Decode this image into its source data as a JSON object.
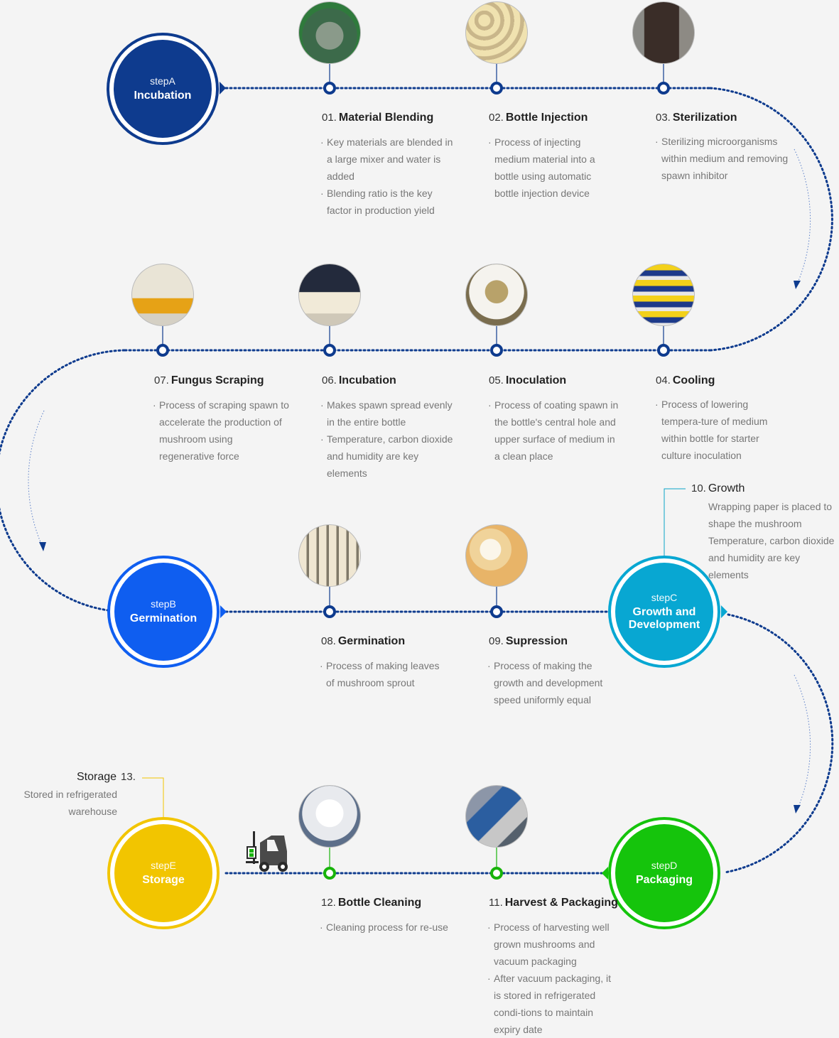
{
  "colors": {
    "stepA": "#0e3b8e",
    "stepB": "#0f5ef0",
    "stepC": "#08a7d2",
    "stepD": "#15c40c",
    "stepE": "#f2c500",
    "path": "#0e3b8e",
    "node_green": "#18b30a",
    "background": "#f4f4f4"
  },
  "stages": {
    "a": {
      "label": "stepA",
      "title": "Incubation"
    },
    "b": {
      "label": "stepB",
      "title": "Germination"
    },
    "c": {
      "label": "stepC",
      "title": "Growth and Development"
    },
    "d": {
      "label": "stepD",
      "title": "Packaging"
    },
    "e": {
      "label": "stepE",
      "title": "Storage"
    }
  },
  "steps": {
    "s01": {
      "num": "01.",
      "name": "Material Blending",
      "desc": [
        "Key materials are blended in a large mixer and water is added",
        "Blending ratio is the key factor in production yield"
      ],
      "photo": "mixer-photo"
    },
    "s02": {
      "num": "02.",
      "name": "Bottle Injection",
      "desc": [
        "Process of injecting medium material into a bottle using automatic bottle injection device"
      ],
      "photo": "bottles-photo"
    },
    "s03": {
      "num": "03.",
      "name": "Sterilization",
      "desc": [
        "Sterilizing microorganisms within medium and removing spawn inhibitor"
      ],
      "photo": "sterilizer-photo"
    },
    "s04": {
      "num": "04.",
      "name": "Cooling",
      "desc": [
        "Process of lowering tempera-ture of medium within bottle for starter culture inoculation"
      ],
      "photo": "cooling-photo"
    },
    "s05": {
      "num": "05.",
      "name": "Inoculation",
      "desc": [
        "Process of coating spawn in the bottle's central hole and upper surface of medium in a clean place"
      ],
      "photo": "inoculation-photo"
    },
    "s06": {
      "num": "06.",
      "name": "Incubation",
      "desc": [
        "Makes spawn spread evenly in the entire bottle",
        "Temperature, carbon dioxide and humidity are key elements"
      ],
      "photo": "incubation-photo"
    },
    "s07": {
      "num": "07.",
      "name": "Fungus Scraping",
      "desc": [
        "Process of scraping spawn to accelerate the production of mushroom using regenerative force"
      ],
      "photo": "scraping-photo"
    },
    "s08": {
      "num": "08.",
      "name": "Germination",
      "desc": [
        "Process of making leaves of mushroom sprout"
      ],
      "photo": "germination-photo"
    },
    "s09": {
      "num": "09.",
      "name": "Supression",
      "desc": [
        "Process of making the growth and development speed uniformly equal"
      ],
      "photo": "supression-photo"
    },
    "s10": {
      "num": "10.",
      "name": "Growth",
      "desc": [
        "Wrapping paper is placed to shape the mushroom",
        "Temperature, carbon dioxide and humidity are key elements"
      ]
    },
    "s11": {
      "num": "11.",
      "name": "Harvest & Packaging",
      "desc": [
        "Process of harvesting well grown mushrooms and vacuum packaging",
        "After vacuum packaging, it is stored in refrigerated condi-tions to maintain expiry date"
      ],
      "photo": "packaging-photo"
    },
    "s12": {
      "num": "12.",
      "name": "Bottle Cleaning",
      "desc": [
        "Cleaning process for re-use"
      ],
      "photo": "cleaning-photo"
    },
    "s13": {
      "num": "13.",
      "name": "Storage",
      "desc": [
        "Stored in refrigerated warehouse"
      ]
    }
  },
  "icons": {
    "forklift": "forklift-icon"
  }
}
